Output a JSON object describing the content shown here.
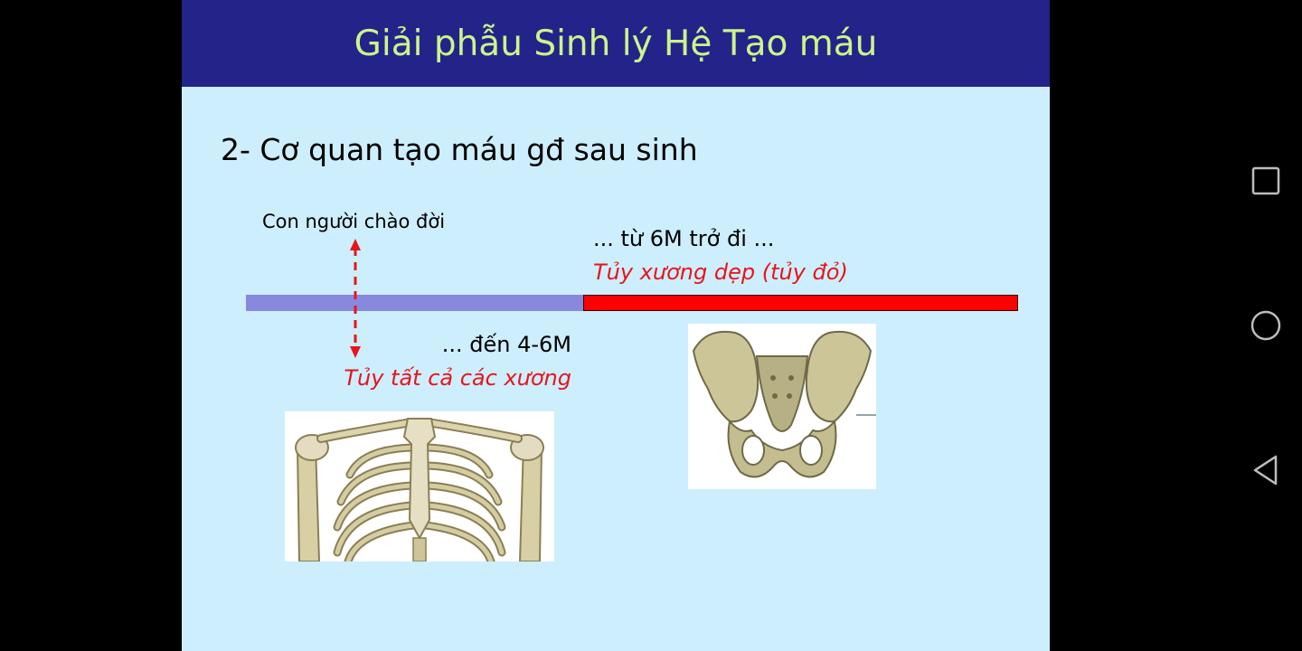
{
  "slide": {
    "title": "Giải phẫu Sinh lý Hệ Tạo máu",
    "subtitle": "2- Cơ quan tạo máu gđ sau sinh",
    "timeline": {
      "birth_label": "Con người chào đời",
      "late_range_label": "... từ 6M trở đi ...",
      "late_marrow_label": "Tủy xương dẹp (tủy đỏ)",
      "early_range_label": "... đến 4-6M",
      "early_marrow_label": "Tủy tất cả các xương"
    },
    "colors": {
      "header_bg": "#24238a",
      "title_text": "#ccf48a",
      "slide_bg": "#cdeefd",
      "early_bar": "#8889dd",
      "late_bar": "#ff0000",
      "highlight_text": "#e8141b"
    }
  },
  "navigation": {
    "buttons": [
      {
        "icon": "recents-square-icon"
      },
      {
        "icon": "home-circle-icon"
      },
      {
        "icon": "back-triangle-icon"
      }
    ]
  }
}
